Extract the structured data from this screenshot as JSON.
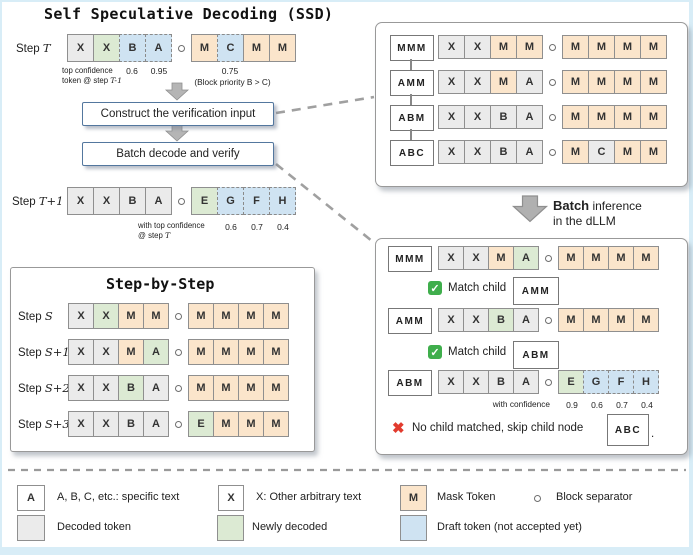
{
  "title": "Self Speculative Decoding (SSD)",
  "colors": {
    "decoded_gray": "#ebebeb",
    "newly_green": "#dcead3",
    "mask_orange": "#fbe5cb",
    "draft_blue": "#cfe3f2",
    "frame_blue": "#d8edf7",
    "flow_border": "#53779e",
    "check_green": "#3fae4c",
    "cross_red": "#e23b2e"
  },
  "step_t": {
    "label_prefix": "Step",
    "label_var": "T",
    "left": [
      {
        "t": "X",
        "s": "decoded"
      },
      {
        "t": "X",
        "s": "new"
      },
      {
        "t": "B",
        "s": "draft"
      },
      {
        "t": "A",
        "s": "draft"
      }
    ],
    "right": [
      {
        "t": "M",
        "s": "mask"
      },
      {
        "t": "C",
        "s": "draft"
      },
      {
        "t": "M",
        "s": "mask"
      },
      {
        "t": "M",
        "s": "mask"
      }
    ],
    "caption1": "top confidence",
    "caption2_prefix": "token @ step ",
    "caption2_var": "T-1",
    "conf_b": "0.6",
    "conf_a": "0.95",
    "conf_c": "0.75",
    "priority_note": "(Block priority B > C)"
  },
  "flow": {
    "box1": "Construct the verification input",
    "box2": "Batch decode and verify"
  },
  "step_t1": {
    "label_prefix": "Step",
    "label_var": "T+1",
    "left": [
      {
        "t": "X",
        "s": "decoded"
      },
      {
        "t": "X",
        "s": "decoded"
      },
      {
        "t": "B",
        "s": "decoded"
      },
      {
        "t": "A",
        "s": "decoded"
      }
    ],
    "right": [
      {
        "t": "E",
        "s": "new"
      },
      {
        "t": "G",
        "s": "draft"
      },
      {
        "t": "F",
        "s": "draft"
      },
      {
        "t": "H",
        "s": "draft"
      }
    ],
    "caption1": "with top confidence",
    "caption2_prefix": "@ step ",
    "caption2_var": "T",
    "conf_g": "0.6",
    "conf_f": "0.7",
    "conf_h": "0.4"
  },
  "tree_panel": {
    "rows": [
      {
        "node": "MMM",
        "left": [
          {
            "t": "X",
            "s": "decoded"
          },
          {
            "t": "X",
            "s": "decoded"
          },
          {
            "t": "M",
            "s": "mask"
          },
          {
            "t": "M",
            "s": "mask"
          }
        ],
        "right": [
          {
            "t": "M",
            "s": "mask"
          },
          {
            "t": "M",
            "s": "mask"
          },
          {
            "t": "M",
            "s": "mask"
          },
          {
            "t": "M",
            "s": "mask"
          }
        ]
      },
      {
        "node": "AMM",
        "left": [
          {
            "t": "X",
            "s": "decoded"
          },
          {
            "t": "X",
            "s": "decoded"
          },
          {
            "t": "M",
            "s": "mask"
          },
          {
            "t": "A",
            "s": "decoded"
          }
        ],
        "right": [
          {
            "t": "M",
            "s": "mask"
          },
          {
            "t": "M",
            "s": "mask"
          },
          {
            "t": "M",
            "s": "mask"
          },
          {
            "t": "M",
            "s": "mask"
          }
        ]
      },
      {
        "node": "ABM",
        "left": [
          {
            "t": "X",
            "s": "decoded"
          },
          {
            "t": "X",
            "s": "decoded"
          },
          {
            "t": "B",
            "s": "decoded"
          },
          {
            "t": "A",
            "s": "decoded"
          }
        ],
        "right": [
          {
            "t": "M",
            "s": "mask"
          },
          {
            "t": "M",
            "s": "mask"
          },
          {
            "t": "M",
            "s": "mask"
          },
          {
            "t": "M",
            "s": "mask"
          }
        ]
      },
      {
        "node": "ABC",
        "left": [
          {
            "t": "X",
            "s": "decoded"
          },
          {
            "t": "X",
            "s": "decoded"
          },
          {
            "t": "B",
            "s": "decoded"
          },
          {
            "t": "A",
            "s": "decoded"
          }
        ],
        "right": [
          {
            "t": "M",
            "s": "mask"
          },
          {
            "t": "C",
            "s": "decoded"
          },
          {
            "t": "M",
            "s": "mask"
          },
          {
            "t": "M",
            "s": "mask"
          }
        ]
      }
    ]
  },
  "batch_note": {
    "bold": "Batch",
    "rest": " inference",
    "line2": "in the dLLM"
  },
  "verify_panel": {
    "rows": [
      {
        "node": "MMM",
        "left": [
          {
            "t": "X",
            "s": "decoded"
          },
          {
            "t": "X",
            "s": "decoded"
          },
          {
            "t": "M",
            "s": "mask"
          },
          {
            "t": "A",
            "s": "new"
          }
        ],
        "right": [
          {
            "t": "M",
            "s": "mask"
          },
          {
            "t": "M",
            "s": "mask"
          },
          {
            "t": "M",
            "s": "mask"
          },
          {
            "t": "M",
            "s": "mask"
          }
        ]
      },
      {
        "node": "AMM",
        "left": [
          {
            "t": "X",
            "s": "decoded"
          },
          {
            "t": "X",
            "s": "decoded"
          },
          {
            "t": "B",
            "s": "new"
          },
          {
            "t": "A",
            "s": "decoded"
          }
        ],
        "right": [
          {
            "t": "M",
            "s": "mask"
          },
          {
            "t": "M",
            "s": "mask"
          },
          {
            "t": "M",
            "s": "mask"
          },
          {
            "t": "M",
            "s": "mask"
          }
        ]
      },
      {
        "node": "ABM",
        "left": [
          {
            "t": "X",
            "s": "decoded"
          },
          {
            "t": "X",
            "s": "decoded"
          },
          {
            "t": "B",
            "s": "decoded"
          },
          {
            "t": "A",
            "s": "decoded"
          }
        ],
        "right": [
          {
            "t": "E",
            "s": "new"
          },
          {
            "t": "G",
            "s": "draft"
          },
          {
            "t": "F",
            "s": "draft"
          },
          {
            "t": "H",
            "s": "draft"
          }
        ]
      }
    ],
    "matches": [
      {
        "label": "Match child",
        "node": "AMM"
      },
      {
        "label": "Match child",
        "node": "ABM"
      }
    ],
    "confidence_label": "with confidence",
    "conf_e": "0.9",
    "conf_g": "0.6",
    "conf_f": "0.7",
    "conf_h": "0.4",
    "no_match_label": "No child matched, skip child node",
    "no_match_node": "ABC",
    "no_match_suffix": "."
  },
  "sbs_panel": {
    "title": "Step-by-Step",
    "rows": [
      {
        "prefix": "Step",
        "var": "S",
        "left": [
          {
            "t": "X",
            "s": "decoded"
          },
          {
            "t": "X",
            "s": "new"
          },
          {
            "t": "M",
            "s": "mask"
          },
          {
            "t": "M",
            "s": "mask"
          }
        ],
        "right": [
          {
            "t": "M",
            "s": "mask"
          },
          {
            "t": "M",
            "s": "mask"
          },
          {
            "t": "M",
            "s": "mask"
          },
          {
            "t": "M",
            "s": "mask"
          }
        ]
      },
      {
        "prefix": "Step",
        "var": "S+1",
        "left": [
          {
            "t": "X",
            "s": "decoded"
          },
          {
            "t": "X",
            "s": "decoded"
          },
          {
            "t": "M",
            "s": "mask"
          },
          {
            "t": "A",
            "s": "new"
          }
        ],
        "right": [
          {
            "t": "M",
            "s": "mask"
          },
          {
            "t": "M",
            "s": "mask"
          },
          {
            "t": "M",
            "s": "mask"
          },
          {
            "t": "M",
            "s": "mask"
          }
        ]
      },
      {
        "prefix": "Step",
        "var": "S+2",
        "left": [
          {
            "t": "X",
            "s": "decoded"
          },
          {
            "t": "X",
            "s": "decoded"
          },
          {
            "t": "B",
            "s": "new"
          },
          {
            "t": "A",
            "s": "decoded"
          }
        ],
        "right": [
          {
            "t": "M",
            "s": "mask"
          },
          {
            "t": "M",
            "s": "mask"
          },
          {
            "t": "M",
            "s": "mask"
          },
          {
            "t": "M",
            "s": "mask"
          }
        ]
      },
      {
        "prefix": "Step",
        "var": "S+3",
        "left": [
          {
            "t": "X",
            "s": "decoded"
          },
          {
            "t": "X",
            "s": "decoded"
          },
          {
            "t": "B",
            "s": "decoded"
          },
          {
            "t": "A",
            "s": "decoded"
          }
        ],
        "right": [
          {
            "t": "E",
            "s": "new"
          },
          {
            "t": "M",
            "s": "mask"
          },
          {
            "t": "M",
            "s": "mask"
          },
          {
            "t": "M",
            "s": "mask"
          }
        ]
      }
    ]
  },
  "legend": {
    "a_box": "A",
    "a_text": "A, B, C, etc.: specific text",
    "x_box": "X",
    "x_text": "X: Other arbitrary text",
    "m_box": "M",
    "m_text": "Mask Token",
    "sep_text": "Block separator",
    "decoded_text": "Decoded token",
    "new_text": "Newly decoded",
    "draft_text": "Draft token (not accepted yet)"
  }
}
